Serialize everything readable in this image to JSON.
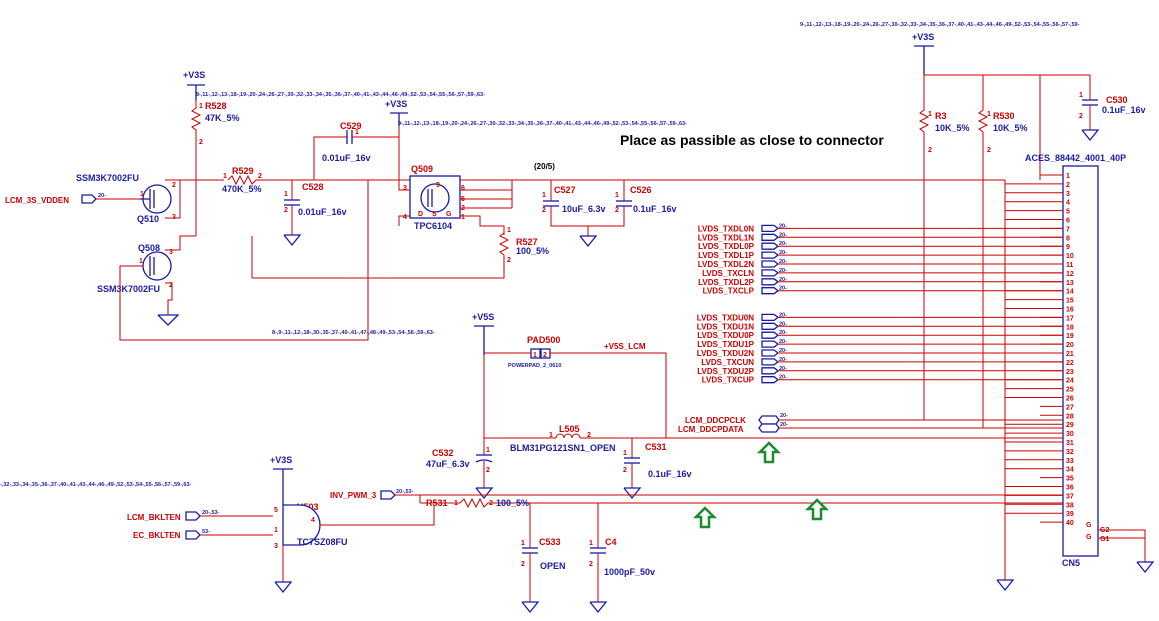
{
  "ref_strings": {
    "top_right": "9-,11-,12-,13-,18-,19-,20-,24-,26-,27-,30-,32-,33-,34-,35-,36-,37-,40-,41-,43-,44-,46-,49-,52-,53-,54-,55-,56-,57-,59-",
    "top_left": "9-,11-,12-,13-,18-,19-,20-,24-,26-,27-,30-,32-,33-,34-,35-,36-,37-,40-,41-,43-,44-,46-,49-,52-,53-,54-,55-,56-,57-,59-,63-",
    "mid_top": "9-,11-,12-,13-,18-,19-,20-,24-,26-,27-,30-,32-,33-,34-,35-,36-,37-,40-,41-,43-,44-,46-,49-,52-,53-,54-,55-,56-,57-,59-,63-",
    "middle": "8-,9-,11-,12-,18-,30-,35-,37-,40-,41-,47-,48-,49-,53-,54-,56-,59-,63-",
    "bottom_left": "-,32-,33-,34-,35-,36-,37-,40-,41-,43-,44-,46-,49-,52-,53-,54-,55-,56-,57-,59-,63-"
  },
  "title_note": "Place as passible as close to connector",
  "rails": {
    "v3s": "+V3S",
    "v5s": "+V5S",
    "v5s_lcm": "+V5S_LCM"
  },
  "annotations": {
    "note_20_5": "(20/5)"
  },
  "components": {
    "R528": {
      "ref": "R528",
      "value": "47K_5%"
    },
    "R529": {
      "ref": "R529",
      "value": "470K_5%"
    },
    "C528": {
      "ref": "C528",
      "value": "0.01uF_16v"
    },
    "C529": {
      "ref": "C529",
      "value": "0.01uF_16v"
    },
    "Q509": {
      "ref": "Q509",
      "value": "TPC6104"
    },
    "Q510": {
      "ref": "Q510",
      "value": "SSM3K7002FU"
    },
    "Q508": {
      "ref": "Q508",
      "value": "SSM3K7002FU"
    },
    "R527": {
      "ref": "R527",
      "value": "100_5%"
    },
    "C527": {
      "ref": "C527",
      "value": "10uF_6.3v"
    },
    "C526": {
      "ref": "C526",
      "value": "0.1uF_16v"
    },
    "R3": {
      "ref": "R3",
      "value": "10K_5%"
    },
    "R530": {
      "ref": "R530",
      "value": "10K_5%"
    },
    "C530": {
      "ref": "C530",
      "value": "0.1uF_16v"
    },
    "PAD500": {
      "ref": "PAD500",
      "value": "POWERPAD_2_0610"
    },
    "L505": {
      "ref": "L505",
      "value": "BLM31PG121SN1_OPEN"
    },
    "C532": {
      "ref": "C532",
      "value": "47uF_6.3v"
    },
    "C531": {
      "ref": "C531",
      "value": "0.1uF_16v"
    },
    "U503": {
      "ref": "U503",
      "value": "TC7SZ08FU"
    },
    "R531": {
      "ref": "R531",
      "value": "100_5%"
    },
    "C533": {
      "ref": "C533",
      "value": "OPEN"
    },
    "C4": {
      "ref": "C4",
      "value": "1000pF_50v"
    },
    "CN5": {
      "ref": "CN5",
      "value": "ACES_88442_4001_40P"
    }
  },
  "nets": {
    "lcm_3s_vdden": "LCM_3S_VDDEN",
    "inv_pwm_3": "INV_PWM_3",
    "lcm_bklten": "LCM_BKLTEN",
    "ec_bklten": "EC_BKLTEN",
    "lcm_ddcpclk": "LCM_DDCPCLK",
    "lcm_ddcpdata": "LCM_DDCPDATA"
  },
  "offpage": {
    "p20": "20-",
    "p20_53": "20-,53-",
    "p53": "53-"
  },
  "lvds_a": [
    "LVDS_TXDL0N",
    "LVDS_TXDL1N",
    "LVDS_TXDL0P",
    "LVDS_TXDL1P",
    "LVDS_TXDL2N",
    "LVDS_TXCLN",
    "LVDS_TXDL2P",
    "LVDS_TXCLP"
  ],
  "lvds_b": [
    "LVDS_TXDU0N",
    "LVDS_TXDU1N",
    "LVDS_TXDU0P",
    "LVDS_TXDU1P",
    "LVDS_TXDU2N",
    "LVDS_TXCUN",
    "LVDS_TXDU2P",
    "LVDS_TXCUP"
  ],
  "connector_pins": [
    "1",
    "2",
    "3",
    "4",
    "5",
    "6",
    "7",
    "8",
    "9",
    "10",
    "11",
    "12",
    "13",
    "14",
    "15",
    "16",
    "17",
    "18",
    "19",
    "20",
    "21",
    "22",
    "23",
    "24",
    "25",
    "26",
    "27",
    "28",
    "29",
    "30",
    "31",
    "32",
    "33",
    "34",
    "35",
    "36",
    "37",
    "38",
    "39",
    "40"
  ],
  "connector_extra": {
    "g2": "G2",
    "g1": "G1",
    "g": "G"
  },
  "pin_numbers": {
    "p1": "1",
    "p2": "2",
    "p3": "3",
    "p4": "4",
    "p5": "5",
    "p6": "6",
    "p9": "9"
  },
  "pin_letters": {
    "d": "D",
    "s": "S",
    "g": "G"
  },
  "colors": {
    "wire": "#cc0000",
    "symbol": "#1a1aa6",
    "arrow": "#1f8a2e"
  }
}
